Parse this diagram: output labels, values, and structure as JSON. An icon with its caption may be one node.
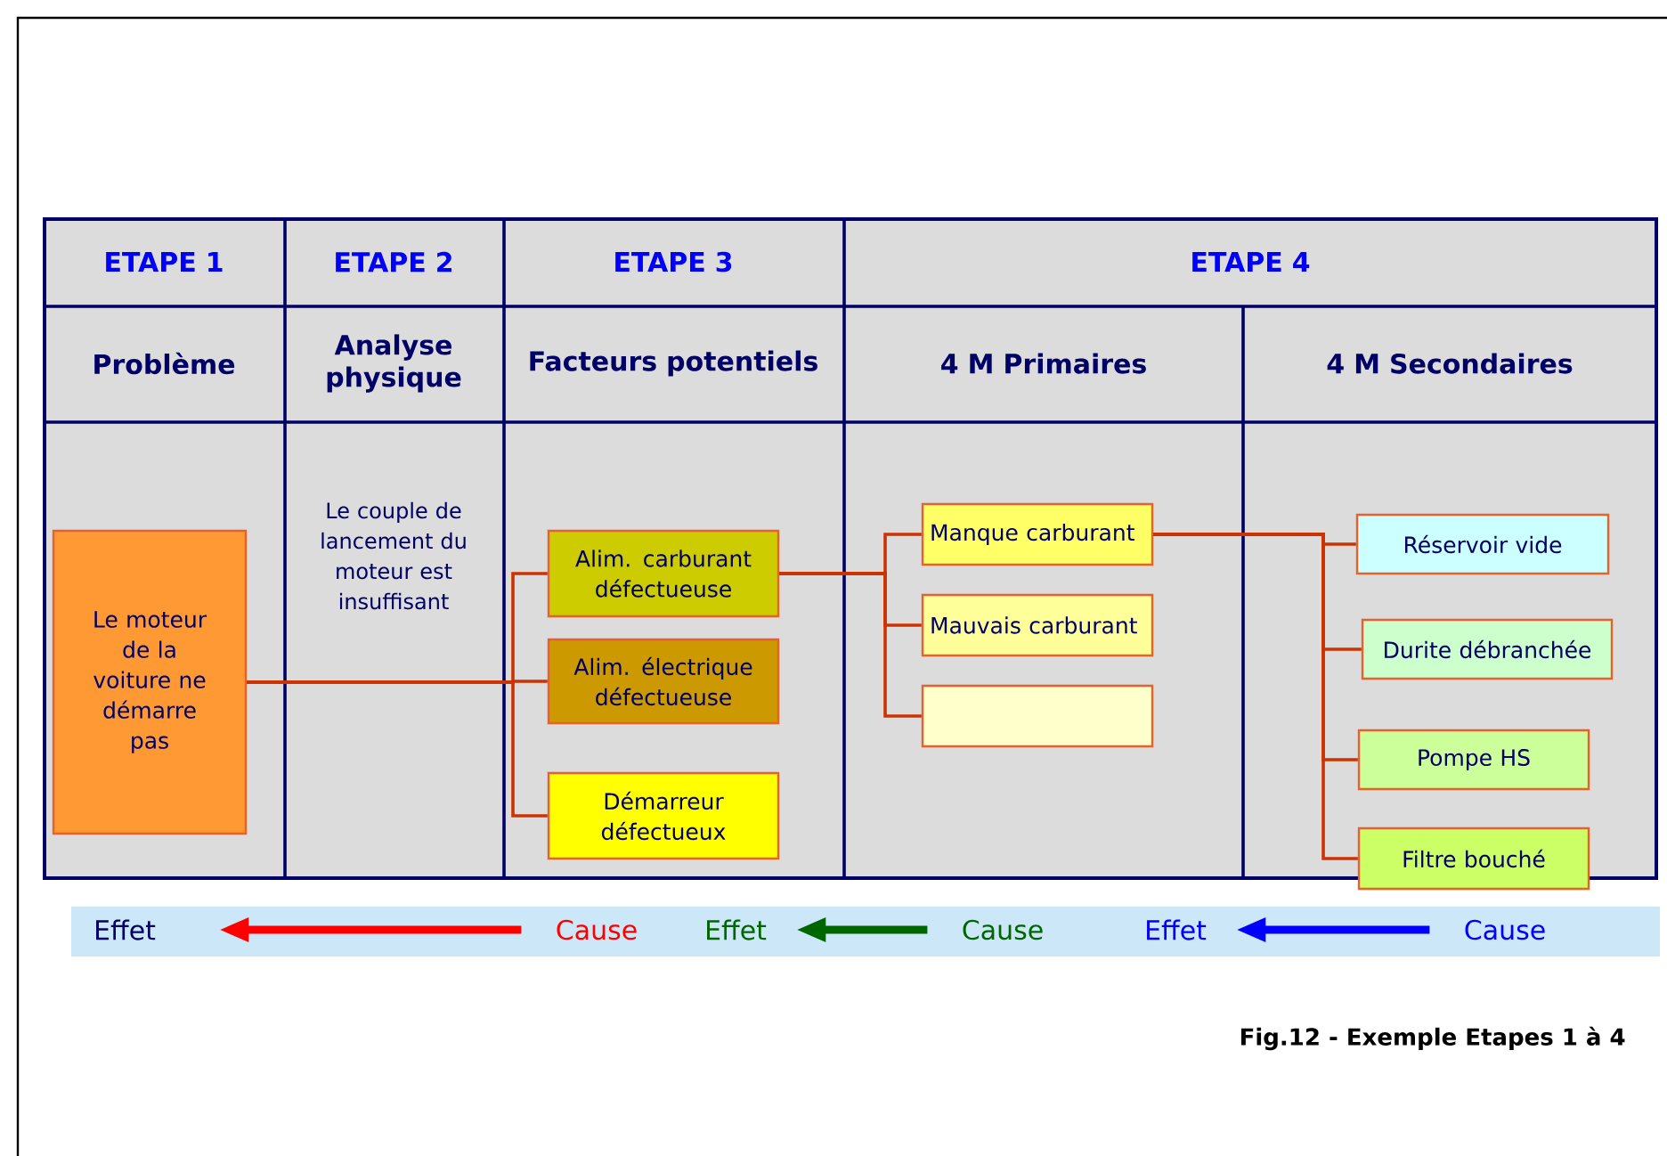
{
  "diagram": {
    "caption": "Fig.12 - Exemple Etapes 1 à 4",
    "nodes": [
      {
        "text": [
          "Le moteur de la voiture ne démarre pas"
        ]
      },
      {
        "text": [
          "Alim. carburant défectueuse"
        ]
      },
      {
        "text": [
          "Alim. électrique défectueuse"
        ]
      },
      {
        "text": [
          "Démarreur défectueux"
        ]
      },
      {
        "text": [
          "Manque carburant"
        ]
      },
      {
        "text": [
          "Mauvais carburant"
        ]
      },
      {
        "text": [],
        "shape": "box"
      },
      {
        "text": [
          "Réservoir vide"
        ]
      },
      {
        "text": [
          "Durite débranchée"
        ]
      },
      {
        "text": [
          "Pompe HS"
        ]
      },
      {
        "text": [
          "Filtre bouché"
        ]
      },
      {
        "text": [
          "Effet"
        ]
      },
      {
        "text": [
          "Cause"
        ]
      },
      {
        "text": [
          "Effet"
        ]
      },
      {
        "text": [
          "Cause"
        ]
      },
      {
        "text": [
          "Effet"
        ]
      },
      {
        "text": [
          "Cause"
        ]
      }
    ],
    "edges": [
      {
        "from": 0,
        "to": 1,
        "arrow": "none"
      },
      {
        "from": 0,
        "to": 2,
        "arrow": "none"
      },
      {
        "from": 0,
        "to": 3,
        "arrow": "none"
      },
      {
        "from": 1,
        "to": 4,
        "arrow": "none"
      },
      {
        "from": 1,
        "to": 5,
        "arrow": "none"
      },
      {
        "from": 1,
        "to": 6,
        "arrow": "none"
      },
      {
        "from": 4,
        "to": 7,
        "arrow": "none"
      },
      {
        "from": 4,
        "to": 8,
        "arrow": "none"
      },
      {
        "from": 4,
        "to": 9,
        "arrow": "none"
      },
      {
        "from": 4,
        "to": 10,
        "arrow": "none"
      },
      {
        "from": 12,
        "to": 11,
        "arrow": "to",
        "style": "thick",
        "color": "#ff0000"
      },
      {
        "from": 14,
        "to": 13,
        "arrow": "to",
        "style": "thick",
        "color": "#006600"
      },
      {
        "from": 16,
        "to": 15,
        "arrow": "to",
        "style": "thick",
        "color": "#0000ff"
      }
    ],
    "labels": [
      "ETAPE 1",
      "ETAPE 2",
      "ETAPE 3",
      "ETAPE 4",
      "Problème",
      "Analyse physique",
      "Facteurs potentiels",
      "4 M Primaires",
      "4 M Secondaires",
      "Le couple de lancement du moteur est insuffisant"
    ]
  }
}
